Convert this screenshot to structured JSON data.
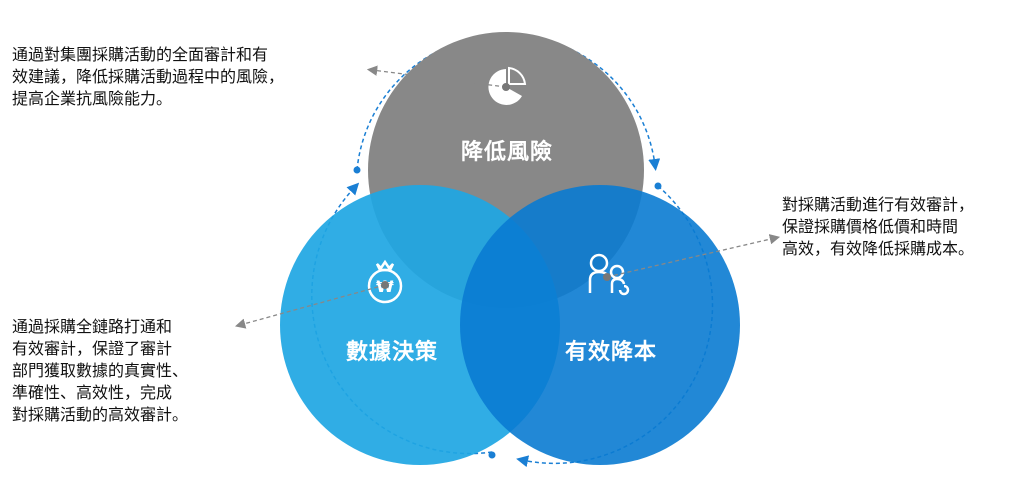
{
  "circles": [
    {
      "label": "降低風險",
      "color": "#888888",
      "icon": "pie-chart-icon"
    },
    {
      "label": "數據決策",
      "color": "#33aee6",
      "icon": "money-bag-icon"
    },
    {
      "label": "有效降本",
      "color": "#1784d6",
      "icon": "people-icon"
    }
  ],
  "descriptions": {
    "top_left": [
      "通過對集團採購活動的全面審計和有",
      "效建議，降低採購活動過程中的風險，",
      "提高企業抗風險能力。"
    ],
    "right": [
      "對採購活動進行有效審計，",
      "保證採購價格低價和時間",
      "高效，有效降低採購成本。"
    ],
    "bottom_left": [
      "通過採購全鏈路打通和",
      "有效審計，保證了審計",
      "部門獲取數據的真實性、",
      "準確性、高效性，完成",
      "對採購活動的高效審計。"
    ]
  },
  "accent_color": "#1a7fd4"
}
